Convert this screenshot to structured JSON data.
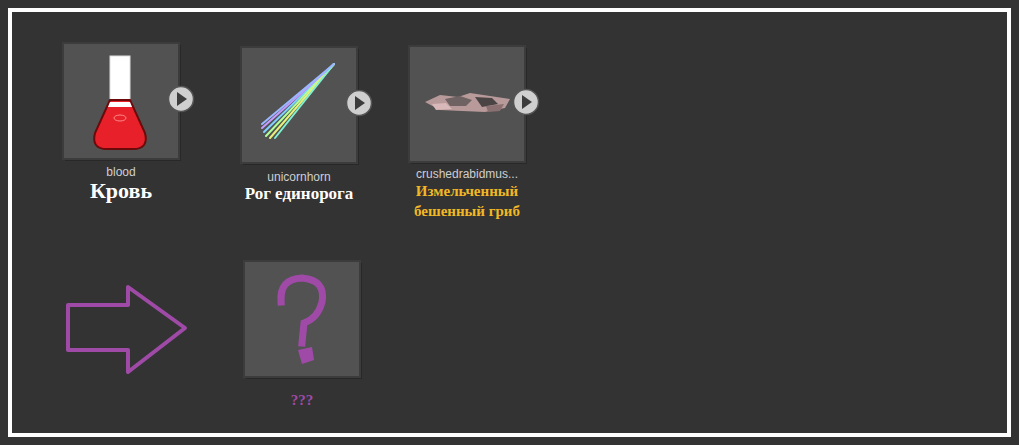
{
  "diagram": {
    "nodes": [
      {
        "text": [
          "blood",
          "Кровь"
        ]
      },
      {
        "text": [
          "unicornhorn",
          "Рог единорога"
        ]
      },
      {
        "text": [
          "crushedrabidmus...",
          "Измельченный бешенный гриб"
        ]
      },
      {
        "text": [
          "???"
        ]
      }
    ]
  }
}
